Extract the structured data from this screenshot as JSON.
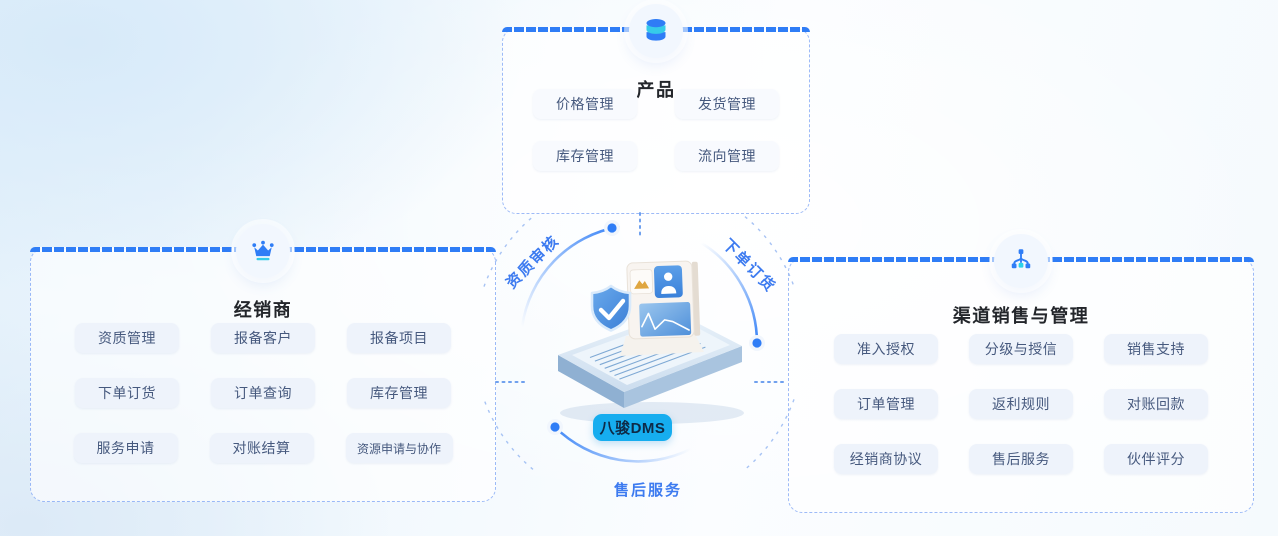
{
  "colors": {
    "accent_blue": "#2f7df6",
    "cyan": "#36cbe9",
    "pill_bg": "#16adef",
    "chip_text": "#46597e",
    "arc_label_blue": "#3d7bf0"
  },
  "panels": {
    "product": {
      "icon": "database-icon",
      "title": "产品",
      "items": [
        "价格管理",
        "发货管理",
        "库存管理",
        "流向管理"
      ]
    },
    "dealer": {
      "icon": "crown-icon",
      "title": "经销商",
      "items": [
        "资质管理",
        "报备客户",
        "报备项目",
        "下单订货",
        "订单查询",
        "库存管理",
        "服务申请",
        "对账结算",
        "资源申请与协作"
      ]
    },
    "channel": {
      "icon": "hierarchy-icon",
      "title": "渠道销售与管理",
      "items": [
        "准入授权",
        "分级与授信",
        "销售支持",
        "订单管理",
        "返利规则",
        "对账回款",
        "经销商协议",
        "售后服务",
        "伙伴评分"
      ]
    }
  },
  "hub": {
    "label": "八骏DMS",
    "arc_labels": {
      "top_left": "资质审核",
      "top_right": "下单订货",
      "bottom": "售后服务"
    },
    "illustration": {
      "name": "laptop-dashboard-illustration",
      "icons": [
        "shield-check-icon",
        "user-card-icon",
        "photo-icon",
        "line-chart-icon"
      ]
    }
  }
}
